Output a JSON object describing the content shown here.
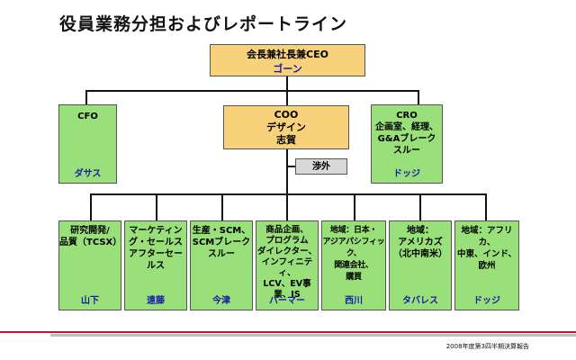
{
  "title": "役員業務分担およびレポートライン",
  "ceo": {
    "role": "会長兼社長兼CEO",
    "name": "ゴーン"
  },
  "cfo": {
    "role": "CFO",
    "name": "ダサス"
  },
  "coo": {
    "role": "COO\nデザイン\n志賀"
  },
  "cro": {
    "role": "CRO\n企画室、経理、\nG&Aブレーク\nスルー",
    "name": "ドッジ"
  },
  "external": {
    "label": "渉外"
  },
  "divisions": [
    {
      "role": "研究開発/\n品質（TCSX）",
      "name": "山下"
    },
    {
      "role": "マーケティン\nグ・セールス\nアフターセー\nルス",
      "name": "遠藤"
    },
    {
      "role": "生産・SCM、\nSCMブレーク\nスルー",
      "name": "今津"
    },
    {
      "role": "商品企画、\nプログラム\nダイレクター、\nインフィニティ、\nLCV、EV事\n業、IS",
      "name": "パーマー"
    },
    {
      "role": "地域：日本・\nアジアパシフィック、\n関連会社、\n購買",
      "name": "西川"
    },
    {
      "role": "地域：\nアメリカズ\n（北中南米）",
      "name": "タバレス"
    },
    {
      "role": "地域：アフリカ、\n中東、インド、\n欧州",
      "name": "ドッジ"
    }
  ],
  "footer": "2008年度第3四半期決算報告",
  "colors": {
    "green": "#99e07a",
    "orange": "#f7d27a",
    "gray": "#d8d8d8",
    "name_blue": "#1a1aa8",
    "red_bar": "#c8102e"
  }
}
